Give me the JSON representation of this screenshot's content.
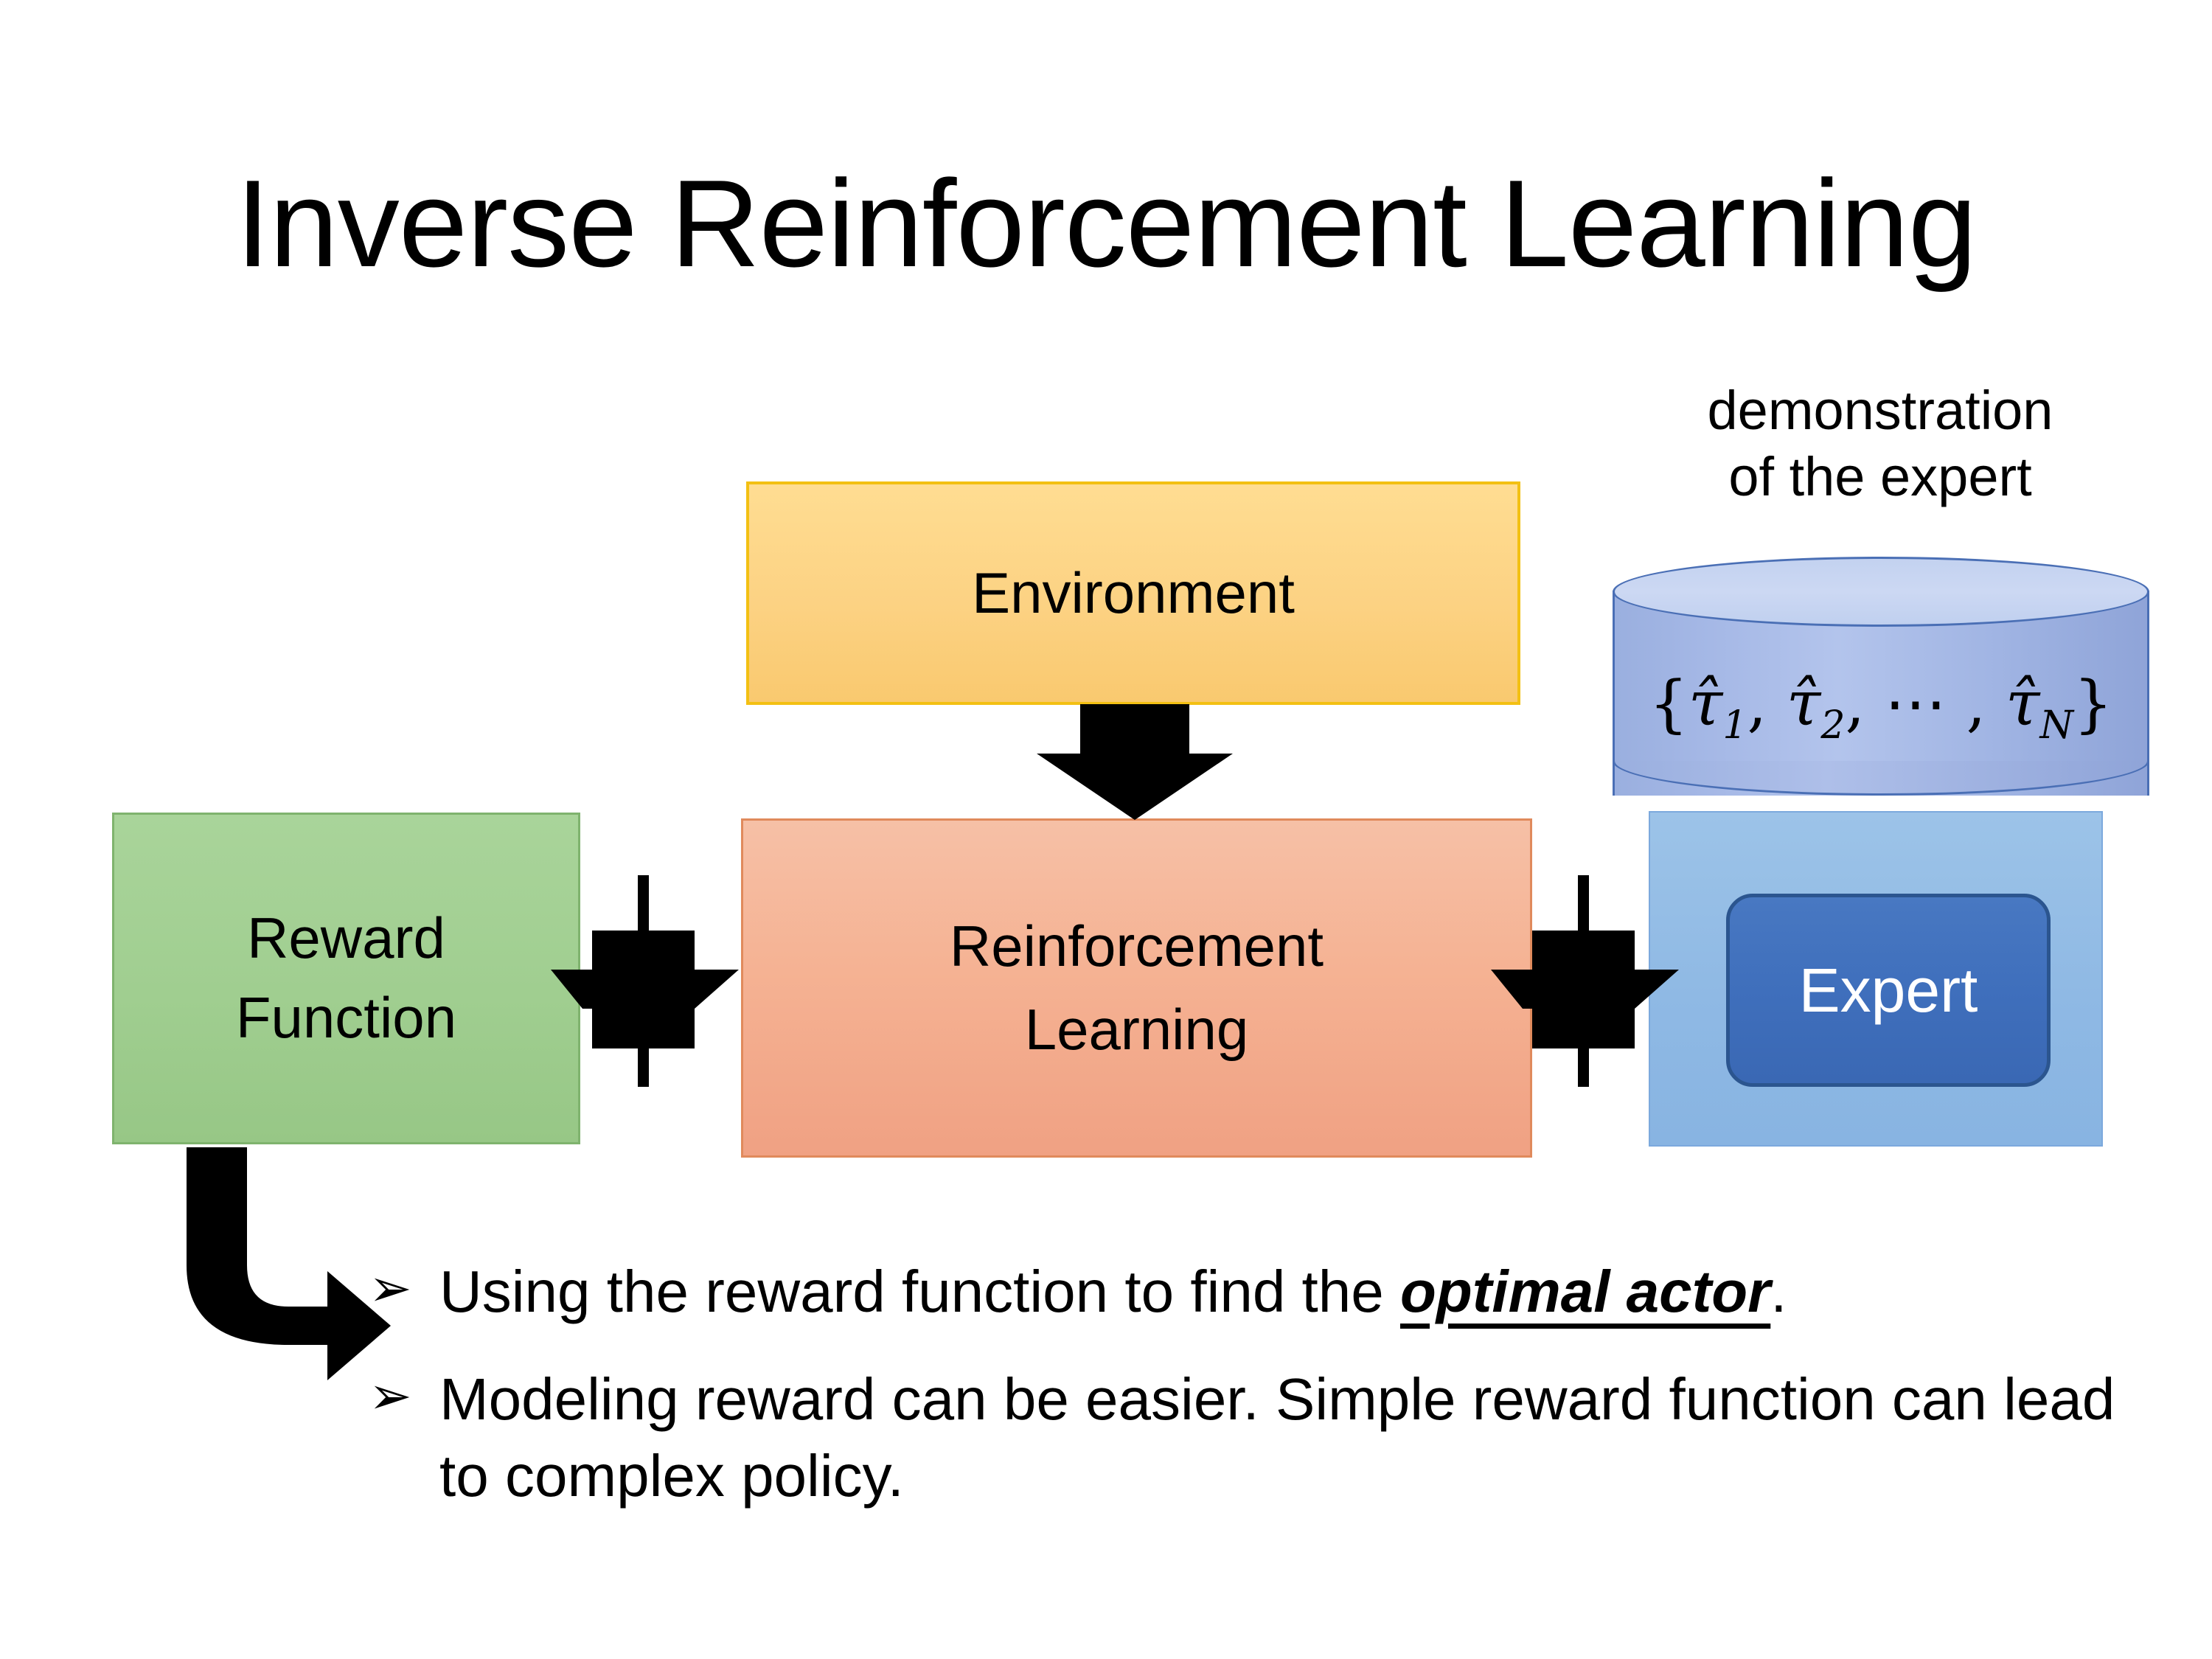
{
  "slide": {
    "title": "Inverse Reinforcement Learning",
    "background_color": "#ffffff"
  },
  "diagram": {
    "environment": {
      "label": "Environment",
      "fill_color": "#fcd283",
      "border_color": "#f3c013"
    },
    "reinforcement_learning": {
      "label_line1": "Reinforcement",
      "label_line2": "Learning",
      "fill_color": "#f5b293",
      "border_color": "#e08a5c"
    },
    "reward_function": {
      "label_line1": "Reward",
      "label_line2": "Function",
      "fill_color": "#a0ce90",
      "border_color": "#7fb36e"
    },
    "demonstration": {
      "caption_line1": "demonstration",
      "caption_line2": "of the expert",
      "cylinder_set_open": "{",
      "cylinder_tau1": "τ̂",
      "cylinder_sub1": "1",
      "cylinder_comma1": ", ",
      "cylinder_tau2": "τ̂",
      "cylinder_sub2": "2",
      "cylinder_ellipsis": ", ⋯ , ",
      "cylinder_tauN": "τ̂",
      "cylinder_subN": "N",
      "cylinder_set_close": "}",
      "cylinder_fill_color": "#a5b8e6",
      "cylinder_border_color": "#4a6fb5"
    },
    "expert": {
      "label": "Expert",
      "chip_fill_color": "#3f6fbc",
      "chip_border_color": "#2b558f",
      "panel_fill_color": "#8fb9e4"
    },
    "arrows": {
      "env_to_rl": "down-arrow",
      "reward_to_rl": "bidirectional-quad-arrow",
      "rl_to_expert": "bidirectional-quad-arrow",
      "reward_to_bullets": "bent-elbow-arrow",
      "color": "#000000"
    }
  },
  "bullets": {
    "marker": "➢",
    "items": [
      {
        "prefix": "Using the reward function to find the ",
        "emphasis": "optimal actor",
        "suffix": "."
      },
      {
        "prefix": "Modeling reward can be easier. Simple reward function can lead to complex policy.",
        "emphasis": "",
        "suffix": ""
      }
    ]
  }
}
